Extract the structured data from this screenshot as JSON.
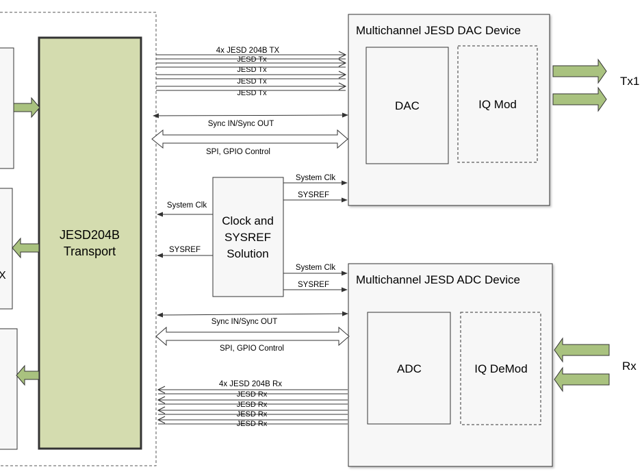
{
  "colors": {
    "transport_fill": "#d4dcaf",
    "arrow_fill": "#a9c27f",
    "box_fill": "#f7f7f7",
    "stroke": "#333333"
  },
  "left_clipped_label": "X",
  "transport": {
    "line1": "JESD204B",
    "line2": "Transport"
  },
  "dac_device": {
    "title": "Multichannel JESD DAC Device",
    "dac_label": "DAC",
    "iqmod_label": "IQ Mod",
    "output_label": "Tx1"
  },
  "adc_device": {
    "title": "Multichannel JESD ADC Device",
    "adc_label": "ADC",
    "iqdemod_label": "IQ DeMod",
    "input_label": "Rx"
  },
  "clock": {
    "line1": "Clock and",
    "line2": "SYSREF",
    "line3": "Solution"
  },
  "tx_links": {
    "header": "4x JESD 204B TX",
    "lane_labels": [
      "JESD Tx",
      "JESD Tx",
      "JESD Tx",
      "JESD Tx"
    ]
  },
  "rx_links": {
    "header": "4x JESD 204B Rx",
    "lane_labels": [
      "JESD Rx",
      "JESD Rx",
      "JESD Rx",
      "JESD Rx"
    ]
  },
  "tx_sync_label": "Sync IN/Sync OUT",
  "tx_spi_label": "SPI, GPIO Control",
  "rx_sync_label": "Sync IN/Sync OUT",
  "rx_spi_label": "SPI, GPIO Control",
  "clock_labels": {
    "to_fpga_sysclk": "System Clk",
    "to_fpga_sysref": "SYSREF",
    "to_dac_sysclk": "System Clk",
    "to_dac_sysref": "SYSREF",
    "to_adc_sysclk": "System Clk",
    "to_adc_sysref": "SYSREF"
  }
}
